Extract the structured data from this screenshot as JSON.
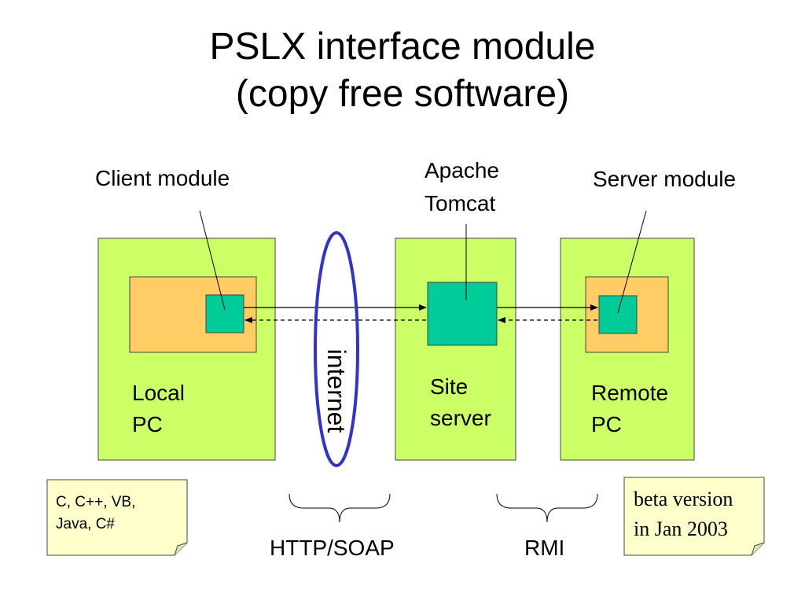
{
  "title": {
    "line1": "PSLX interface module",
    "line2": "(copy free software)"
  },
  "labels": {
    "client_module": "Client module",
    "apache_line1": "Apache",
    "apache_line2": "Tomcat",
    "server_module": "Server module",
    "local_line1": "Local",
    "local_line2": "PC",
    "site_line1": "Site",
    "site_line2": "server",
    "remote_line1": "Remote",
    "remote_line2": "PC",
    "internet": "internet",
    "http_soap": "HTTP/SOAP",
    "rmi": "RMI"
  },
  "notes": {
    "languages_line1": "C, C++, VB,",
    "languages_line2": "Java, C#",
    "beta_line1": "beta version",
    "beta_line2": "in Jan 2003"
  },
  "colors": {
    "pc_box": "#ccff66",
    "inner_box": "#ffcc66",
    "module_box": "#00cc99",
    "ellipse": "#3333cc",
    "note": "#ffffcc"
  }
}
